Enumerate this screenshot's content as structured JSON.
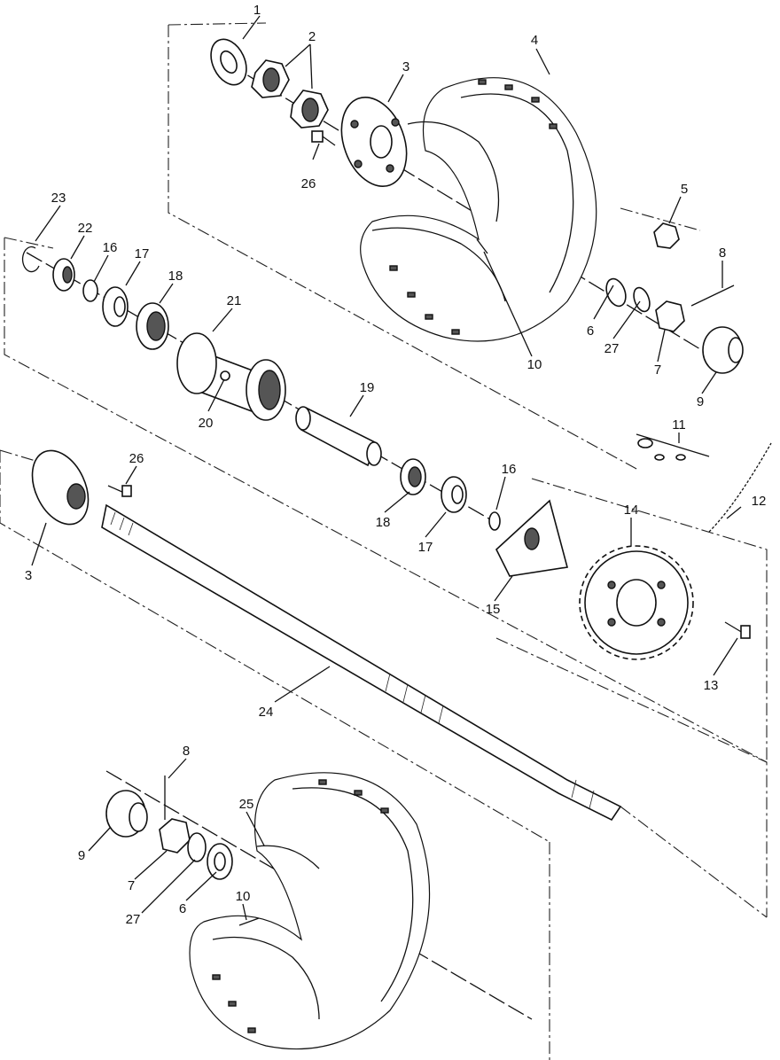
{
  "diagram": {
    "callouts": [
      "1",
      "2",
      "3",
      "4",
      "5",
      "23",
      "22",
      "16",
      "17",
      "18",
      "21",
      "26",
      "10",
      "8",
      "6",
      "27",
      "7",
      "9",
      "20",
      "19",
      "11",
      "16",
      "12",
      "18",
      "17",
      "14",
      "26",
      "15",
      "3",
      "13",
      "24",
      "8",
      "25",
      "9",
      "7",
      "27",
      "6",
      "10"
    ]
  }
}
